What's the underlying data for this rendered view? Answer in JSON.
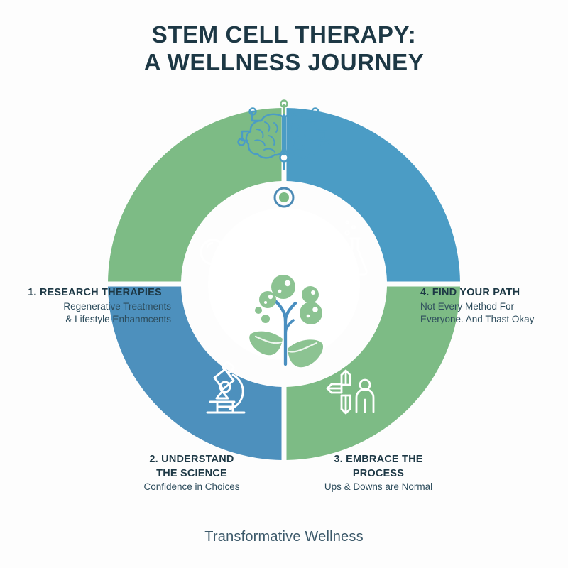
{
  "title": {
    "line1": "STEM CELL THERAPY:",
    "line2": "A WELLNESS JOURNEY"
  },
  "footer": {
    "text": "Transformative Wellness"
  },
  "colors": {
    "background": "#fdfdfd",
    "green": "#7dbb85",
    "green_light": "#8cc392",
    "blue": "#4b9cc5",
    "blue_deep": "#4d90bd",
    "outline_ring_green": "#7dbb85",
    "outline_ring_blue": "#52a3c9",
    "text_dark": "#1d3845",
    "text_body": "#2d4c5c",
    "icon_white": "#ffffff",
    "brain_blue": "#4b9cc5",
    "stem_blue": "#4a8fc0"
  },
  "hub": {
    "center_icon": "seedling-stem-cell-icon",
    "top_icon": "brain-circuit-icon",
    "connector_node": "connector-node-icon"
  },
  "segments": [
    {
      "id": "research",
      "position": "top-left",
      "color": "#7dbb85",
      "icon": "magnifier-dna-icon",
      "number": "1.",
      "title": "1. RESEARCH THERAPIES",
      "sub_line1": "Regenerative Treatments",
      "sub_line2": "& Lifestyle Enhanmcents"
    },
    {
      "id": "understand",
      "position": "bottom-left",
      "color": "#4d90bd",
      "icon": "microscope-icon",
      "number": "2.",
      "title_line1": "2. UNDERSTAND",
      "title_line2": "THE SCIENCE",
      "sub_line1": "Confidence in Choices"
    },
    {
      "id": "embrace",
      "position": "bottom-right",
      "color": "#7dbb85",
      "icon": "directional-arrows-person-icon",
      "number": "3.",
      "title_line1": "3. EMBRACE THE",
      "title_line2": "PROCESS",
      "sub_line1": "Ups & Downs are Normal"
    },
    {
      "id": "find-path",
      "position": "top-right",
      "color": "#4b9cc5",
      "icon": "flasks-icon",
      "number": "4.",
      "title": "4. FIND YOUR PATH",
      "sub_line1": "Not Every Method For",
      "sub_line2": "Everyone. And Thast Okay"
    }
  ]
}
